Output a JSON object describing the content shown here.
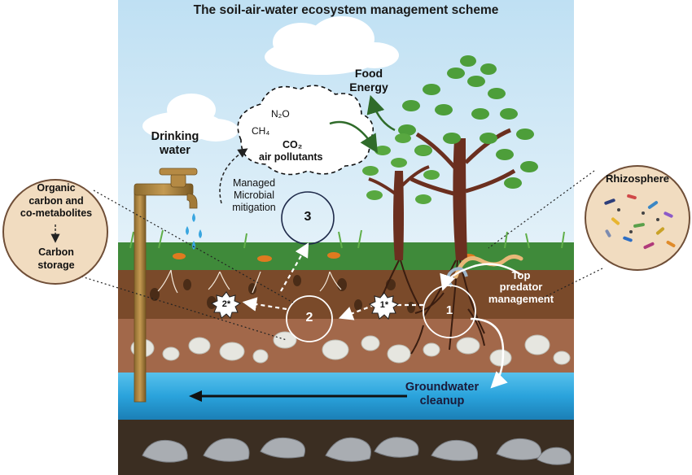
{
  "title": "The soil-air-water ecosystem management scheme",
  "labels": {
    "drinking_water_1": "Drinking",
    "drinking_water_2": "water",
    "food_1": "Food",
    "food_2": "Energy",
    "n2o": "N₂O",
    "ch4": "CH₄",
    "co2": "CO₂",
    "air_pollutants": "air pollutants",
    "managed_1": "Managed",
    "managed_2": "Microbial",
    "managed_3": "mitigation",
    "organic_1": "Organic",
    "organic_2": "carbon and",
    "organic_3": "co-metabolites",
    "carbon_1": "Carbon",
    "carbon_2": "storage",
    "rhizosphere": "Rhizosphere",
    "top_1": "Top",
    "top_2": "predator",
    "top_3": "management",
    "groundwater_1": "Groundwater",
    "groundwater_2": "cleanup",
    "n1": "1",
    "n2": "2",
    "n3": "3",
    "s1": "1*",
    "s2": "2*"
  },
  "colors": {
    "sky": "#cfe6f4",
    "grass": "#3f8a3a",
    "topsoil": "#7a4a2a",
    "subsoil": "#a2684a",
    "water": "#2aa3dc",
    "bedrock": "#3b2e22",
    "side_circle": "#f1dcc0"
  }
}
